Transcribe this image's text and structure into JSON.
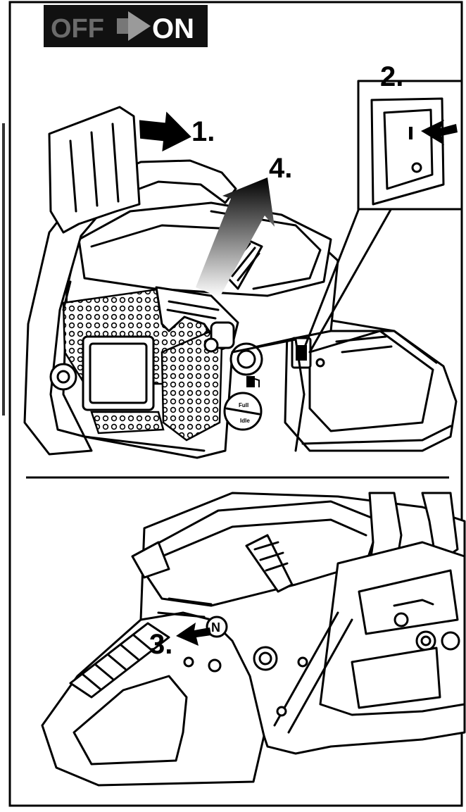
{
  "badge": {
    "off_label": "OFF",
    "on_label": "ON",
    "off_color": "#6b6b6b",
    "on_color": "#ffffff",
    "background": "#111111"
  },
  "steps": [
    {
      "label": "1.",
      "action": "chain-brake-forward-icon"
    },
    {
      "label": "2.",
      "action": "power-switch-icon"
    },
    {
      "label": "3.",
      "action": "lock-button-icon"
    },
    {
      "label": "4.",
      "action": "choke-pull-icon"
    }
  ],
  "dial": {
    "top_label": "Full",
    "bottom_label": "Idle"
  },
  "button_letter": "N"
}
